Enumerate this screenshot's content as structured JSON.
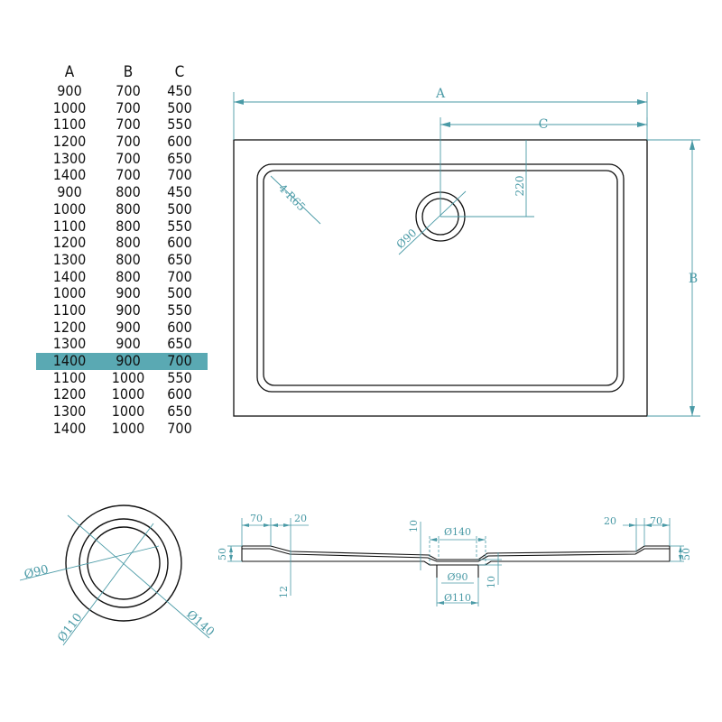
{
  "size_table": {
    "headers": [
      "A",
      "B",
      "C"
    ],
    "rows": [
      [
        "900",
        "700",
        "450"
      ],
      [
        "1000",
        "700",
        "500"
      ],
      [
        "1100",
        "700",
        "550"
      ],
      [
        "1200",
        "700",
        "600"
      ],
      [
        "1300",
        "700",
        "650"
      ],
      [
        "1400",
        "700",
        "700"
      ],
      [
        "900",
        "800",
        "450"
      ],
      [
        "1000",
        "800",
        "500"
      ],
      [
        "1100",
        "800",
        "550"
      ],
      [
        "1200",
        "800",
        "600"
      ],
      [
        "1300",
        "800",
        "650"
      ],
      [
        "1400",
        "800",
        "700"
      ],
      [
        "1000",
        "900",
        "500"
      ],
      [
        "1100",
        "900",
        "550"
      ],
      [
        "1200",
        "900",
        "600"
      ],
      [
        "1300",
        "900",
        "650"
      ],
      [
        "1400",
        "900",
        "700"
      ],
      [
        "1100",
        "1000",
        "550"
      ],
      [
        "1200",
        "1000",
        "600"
      ],
      [
        "1300",
        "1000",
        "650"
      ],
      [
        "1400",
        "1000",
        "700"
      ]
    ],
    "selected_row": 16,
    "highlight_color": "#5aa9b3"
  },
  "colors": {
    "dimension": "#4a9aa6",
    "outline": "#111111"
  },
  "plan_view": {
    "label_a": "A",
    "label_b": "B",
    "label_c": "C",
    "drain_offset": "220",
    "corner_radius": "4-R65",
    "drain_diameter": "Ø90"
  },
  "drain_detail": {
    "d_inner": "Ø90",
    "d_middle": "Ø110",
    "d_outer": "Ø140"
  },
  "section_view": {
    "left_rim_width": "70",
    "left_step": "20",
    "right_step": "20",
    "right_rim_width": "70",
    "height_left": "50",
    "height_right": "50",
    "depth_12": "12",
    "top_10": "10",
    "bottom_10": "10",
    "d140": "Ø140",
    "d90": "Ø90",
    "d110": "Ø110"
  }
}
